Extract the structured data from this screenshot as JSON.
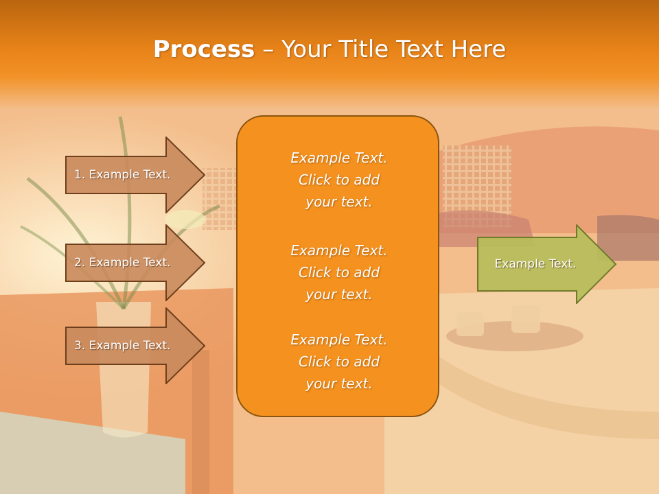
{
  "title": {
    "bold": "Process",
    "rest": " – Your Title Text Here"
  },
  "steps": [
    {
      "label": "1. Example Text."
    },
    {
      "label": "2. Example Text."
    },
    {
      "label": "3. Example Text."
    }
  ],
  "center_blocks": [
    {
      "line1": "Example Text.",
      "line2": "Click  to add",
      "line3": "your text."
    },
    {
      "line1": "Example Text.",
      "line2": "Click  to add",
      "line3": "your text."
    },
    {
      "line1": "Example Text.",
      "line2": "Click  to add",
      "line3": "your text."
    }
  ],
  "output": {
    "label": "Example Text."
  },
  "colors": {
    "title_band": "#e88318",
    "step_arrow_fill": "#c98a5c",
    "step_arrow_border": "#6e3f1c",
    "center_fill": "#f5921f",
    "output_fill": "#b6bd5a",
    "output_border": "#6f7a2a"
  }
}
